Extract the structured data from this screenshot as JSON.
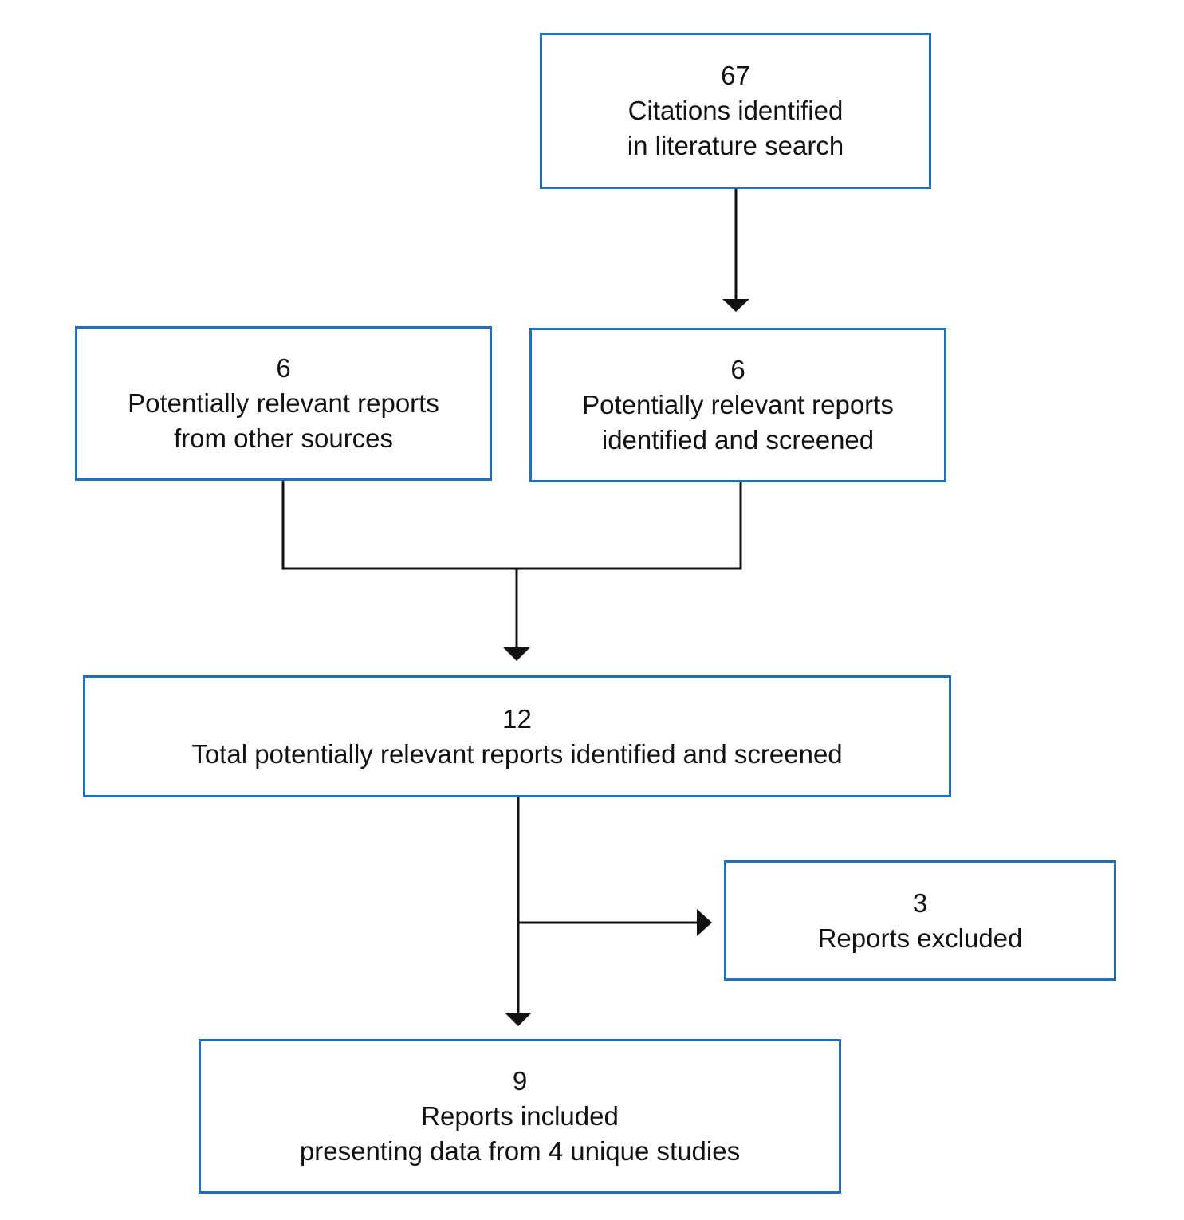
{
  "flowchart": {
    "accent_border": "#1f6fbf",
    "line_color": "#111111",
    "nodes": {
      "citations": {
        "count": "67",
        "line1": "Citations identified",
        "line2": "in literature search"
      },
      "other_sources": {
        "count": "6",
        "line1": "Potentially relevant reports",
        "line2": "from other sources"
      },
      "identified_screened": {
        "count": "6",
        "line1": "Potentially relevant reports",
        "line2": "identified and screened"
      },
      "total": {
        "count": "12",
        "line1": "Total potentially relevant reports identified and screened"
      },
      "excluded": {
        "count": "3",
        "line1": "Reports excluded"
      },
      "included": {
        "count": "9",
        "line1": "Reports included",
        "line2": "presenting data from 4 unique studies"
      }
    }
  }
}
